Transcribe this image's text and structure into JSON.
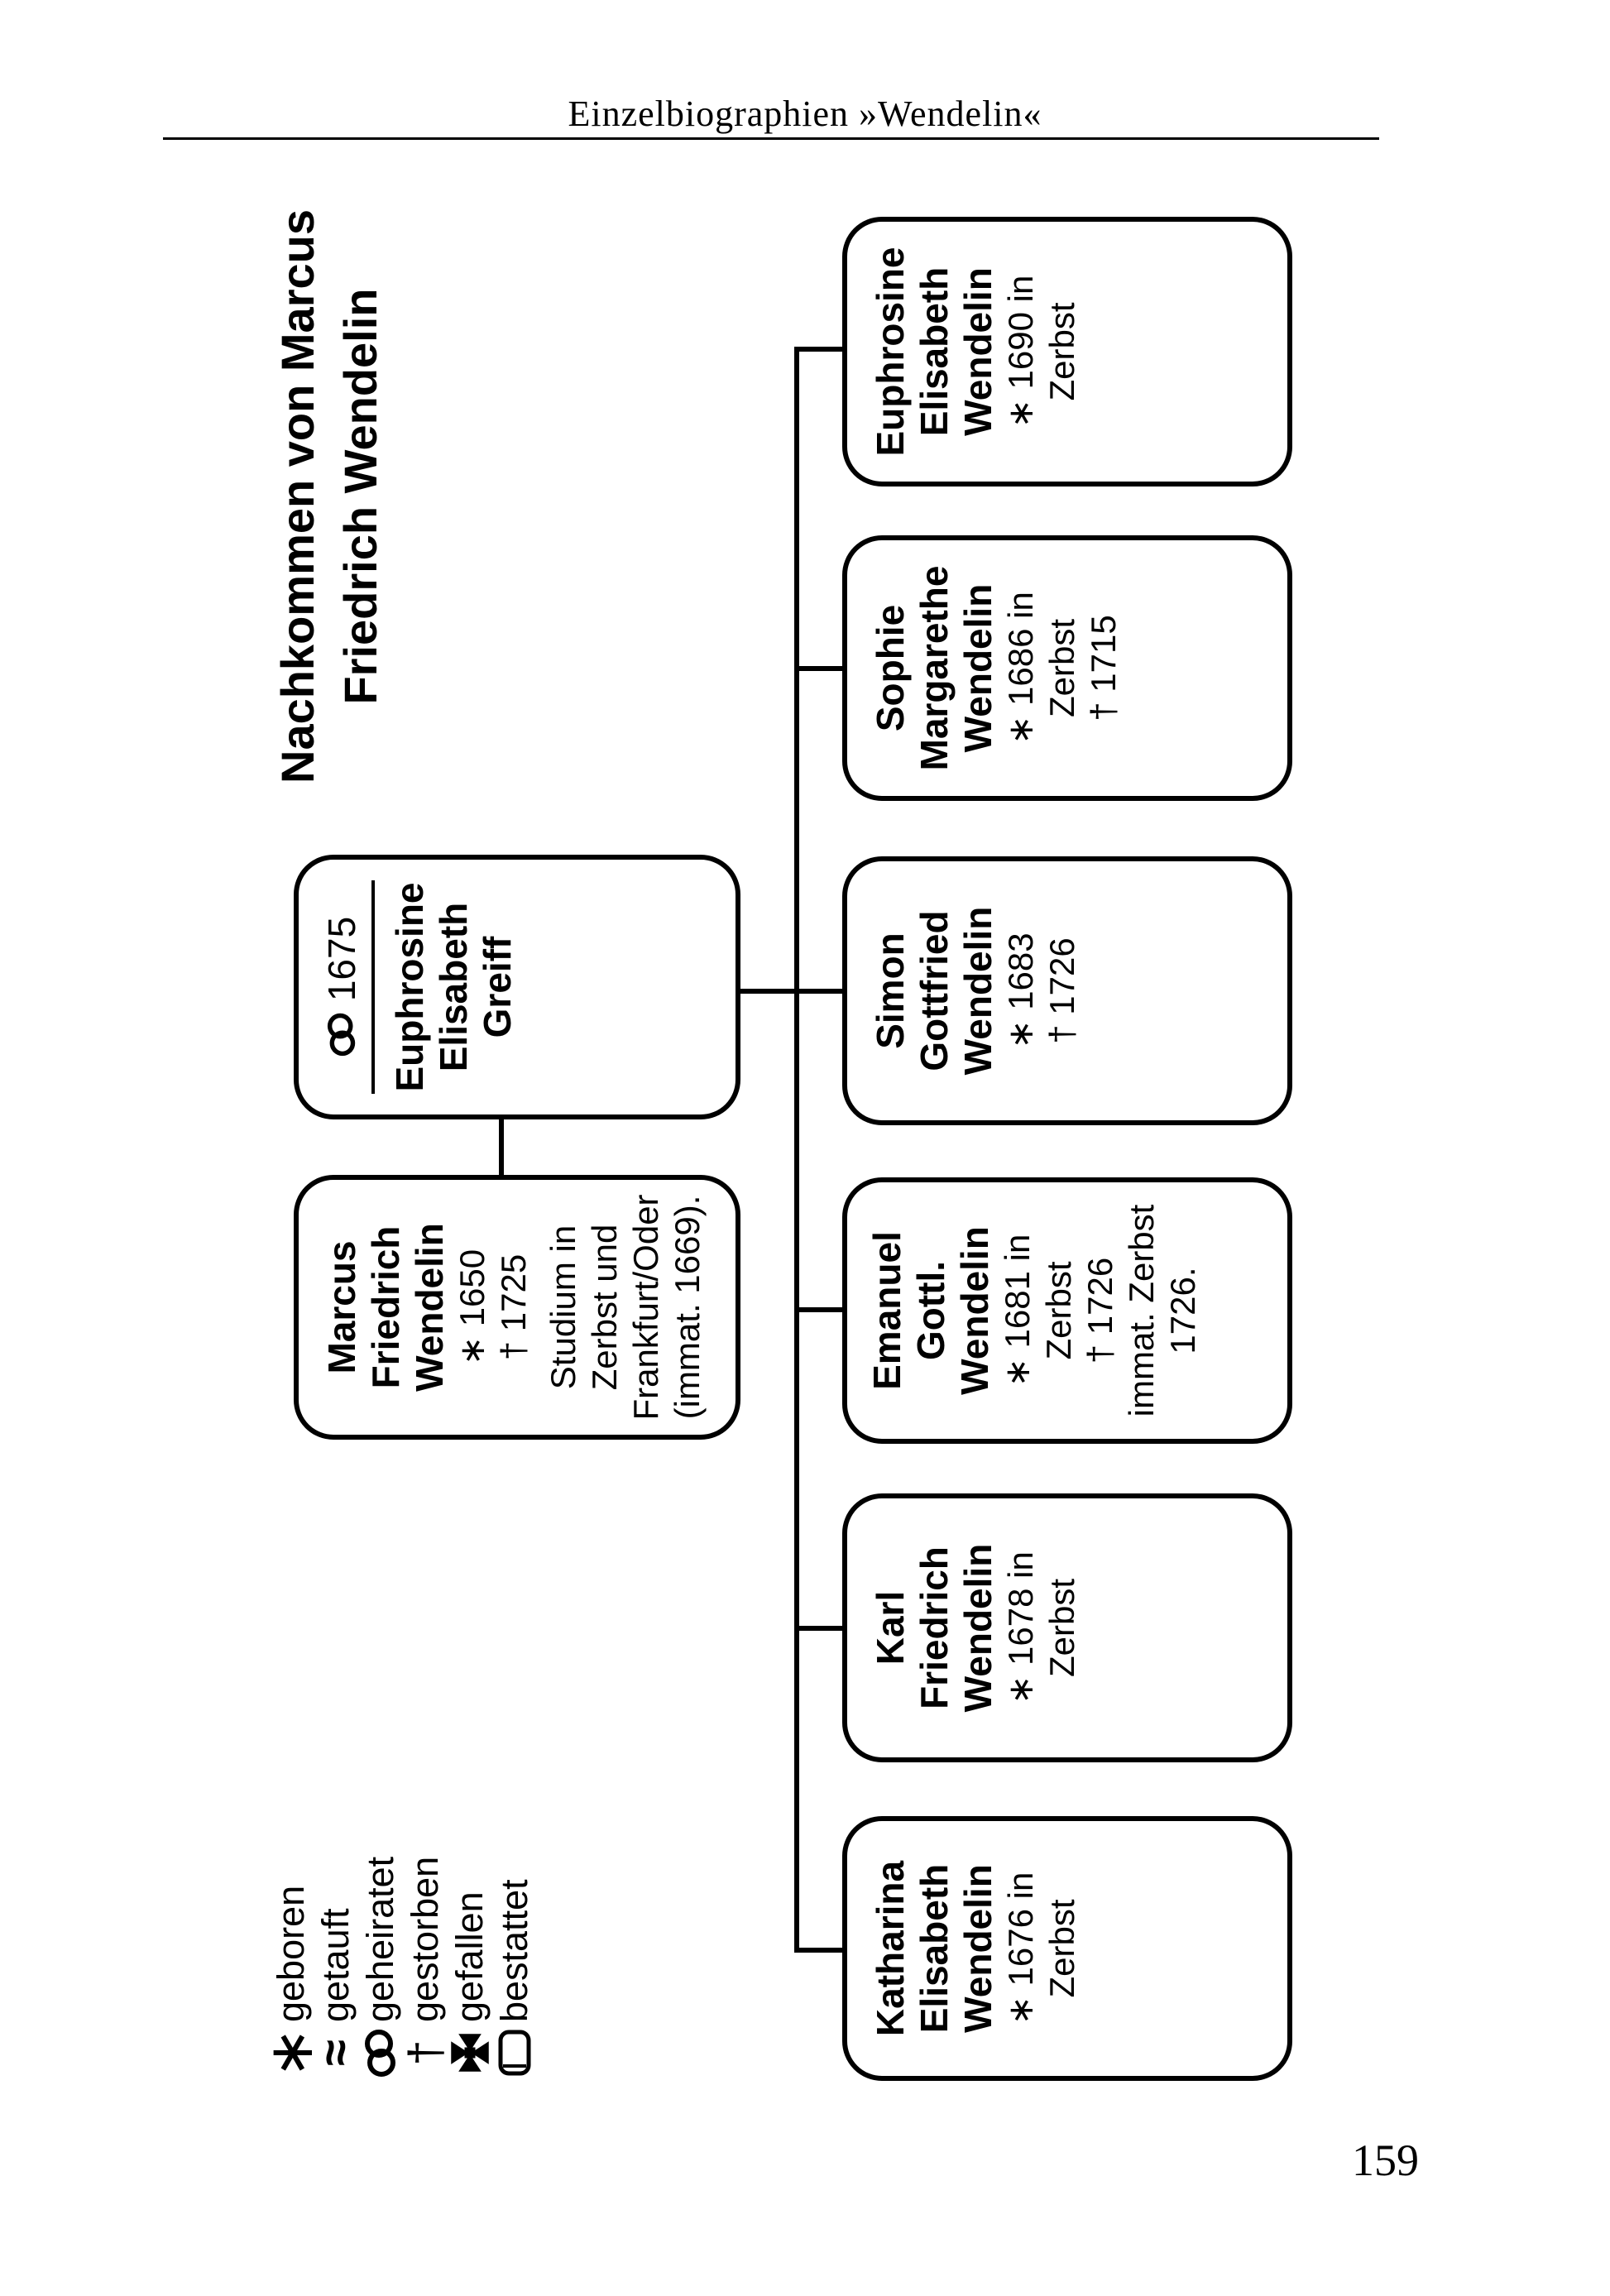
{
  "header": {
    "title": "Einzelbiographien »Wendelin«"
  },
  "page_number": "159",
  "diagram": {
    "title": {
      "line1": "Nachkommen von Marcus",
      "line2": "Friedrich Wendelin"
    },
    "father": {
      "name1": "Marcus",
      "name2": "Friedrich",
      "name3": "Wendelin",
      "birth": "∗ 1650",
      "death": "† 1725",
      "note1": "Studium in",
      "note2": "Zerbst und",
      "note3": "Frankfurt/Oder",
      "note4": "(immat. 1669)."
    },
    "mother": {
      "marriage_year": "1675",
      "name1": "Euphrosine",
      "name2": "Elisabeth",
      "name3": "Greiff"
    },
    "children": [
      {
        "name1": "Katharina",
        "name2": "Elisabeth",
        "name3": "Wendelin",
        "line1": "∗ 1676 in",
        "line2": "Zerbst"
      },
      {
        "name1": "Karl",
        "name2": "Friedrich",
        "name3": "Wendelin",
        "line1": "∗ 1678 in",
        "line2": "Zerbst"
      },
      {
        "name1": "Emanuel",
        "name2": "Gottl.",
        "name3": "Wendelin",
        "line1": "∗ 1681 in",
        "line2": "Zerbst",
        "line3": "† 1726",
        "line4": "immat. Zerbst",
        "line5": "1726."
      },
      {
        "name1": "Simon",
        "name2": "Gottfried",
        "name3": "Wendelin",
        "line1": "∗ 1683",
        "line2": "† 1726"
      },
      {
        "name1": "Sophie",
        "name2": "Margarethe",
        "name3": "Wendelin",
        "line1": "∗ 1686 in",
        "line2": "Zerbst",
        "line3": "† 1715"
      },
      {
        "name1": "Euphrosine",
        "name2": "Elisabeth",
        "name3": "Wendelin",
        "line1": "∗ 1690 in",
        "line2": "Zerbst"
      }
    ],
    "legend": {
      "items": [
        {
          "symbol": "birth-star",
          "glyph": "∗",
          "label": "geboren"
        },
        {
          "symbol": "baptism-waves",
          "glyph": "≈",
          "label": "getauft"
        },
        {
          "symbol": "marriage-rings",
          "label": "geheiratet"
        },
        {
          "symbol": "death-cross",
          "glyph": "†",
          "label": "gestorben"
        },
        {
          "symbol": "fallen-cross",
          "label": "gefallen"
        },
        {
          "symbol": "burial-coffin",
          "label": "bestattet"
        }
      ]
    }
  },
  "colors": {
    "ink": "#000000",
    "paper": "#ffffff"
  }
}
